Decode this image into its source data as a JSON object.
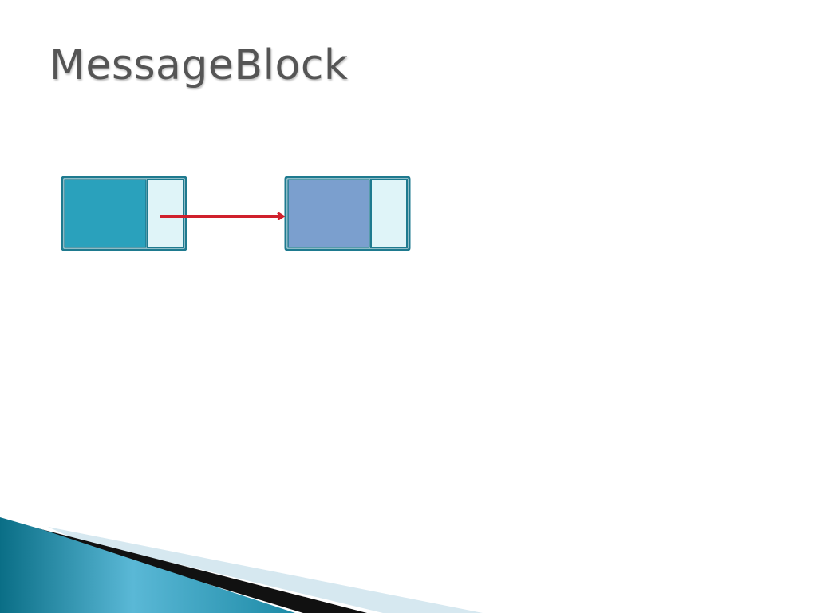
{
  "title": "MessageBlock",
  "colors": {
    "title": "#555555",
    "block_border": "#1e7a8f",
    "first_data_fill": "#2aa1bc",
    "second_data_fill": "#7b9fce",
    "pointer_field_fill": "#dff4f8",
    "arrow": "#d0202c",
    "corner_dark": "#0a6e86",
    "corner_light": "#5ab8d6",
    "corner_pale": "#d6e8f0",
    "corner_black": "#111111"
  },
  "diagram": {
    "nodes": [
      {
        "name": "message-block-1",
        "data_field": "first_data_fill"
      },
      {
        "name": "message-block-2",
        "data_field": "second_data_fill"
      }
    ],
    "edges": [
      {
        "from": "message-block-1",
        "to": "message-block-2",
        "type": "next-pointer"
      }
    ]
  }
}
